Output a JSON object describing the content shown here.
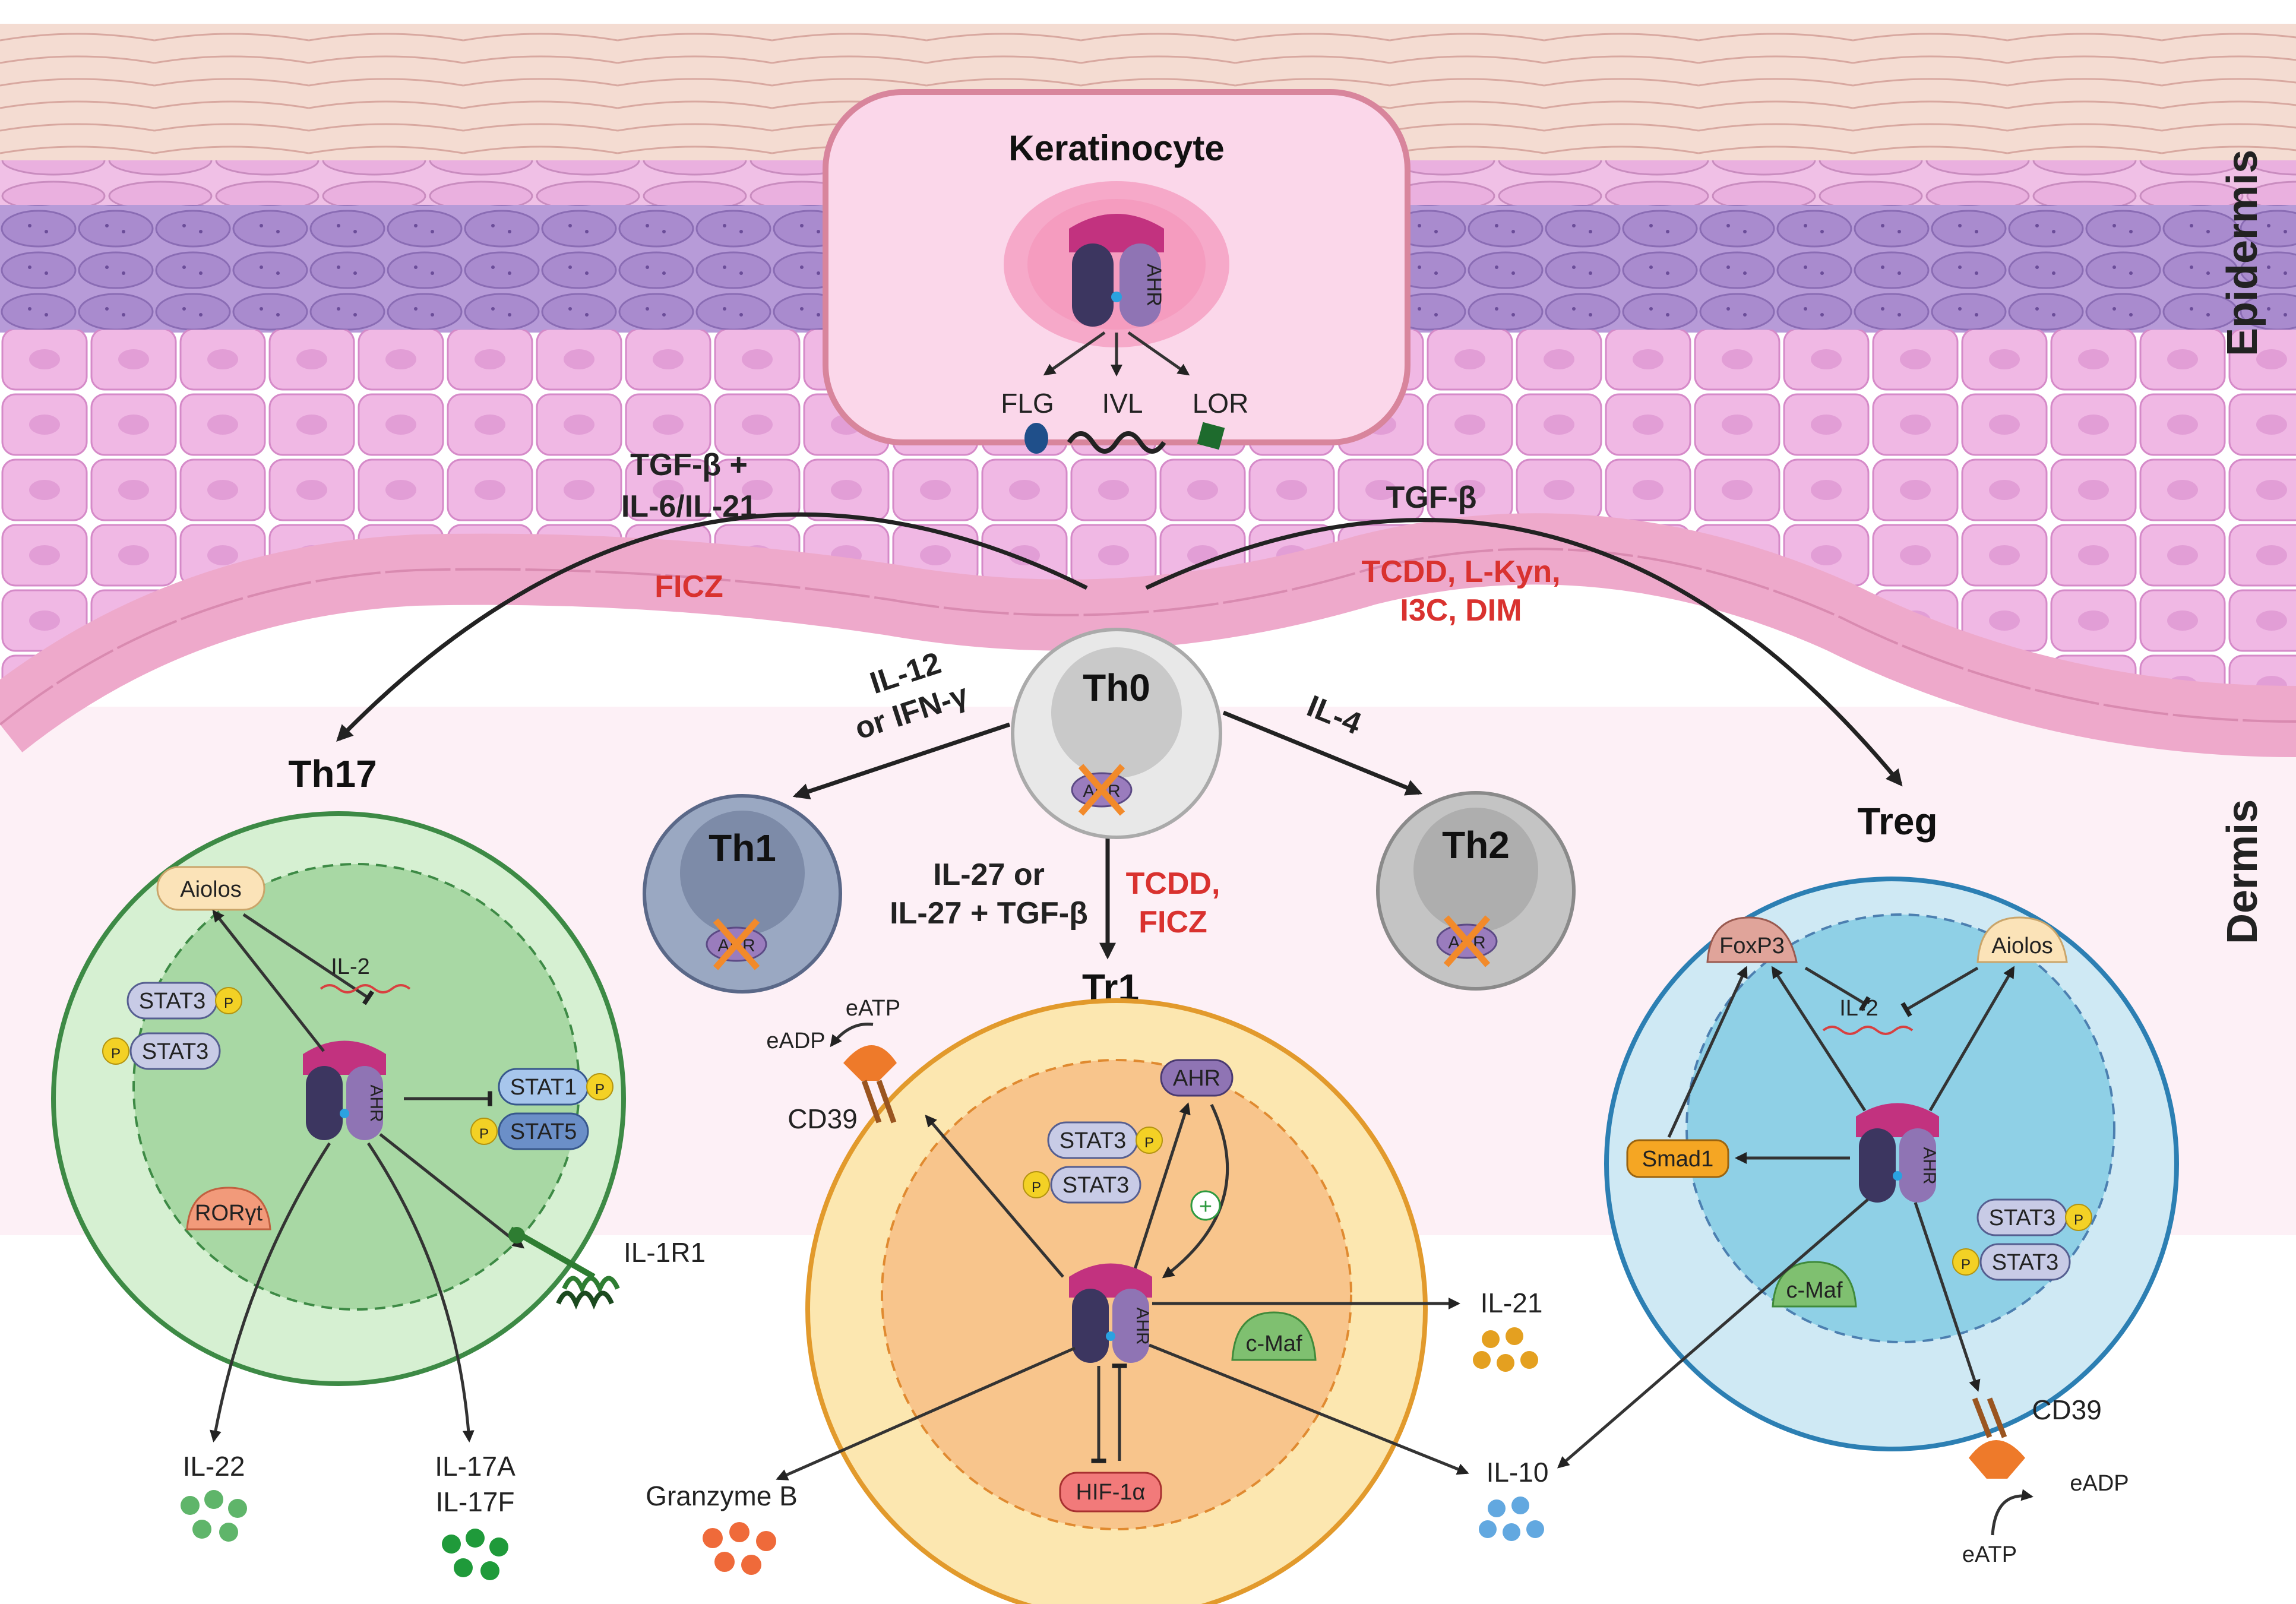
{
  "layers": {
    "epidermis": "Epidermis",
    "dermis": "Dermis"
  },
  "keratinocyte": {
    "title": "Keratinocyte",
    "ahr": "AHR",
    "flg": "FLG",
    "ivl": "IVL",
    "lor": "LOR"
  },
  "signals": {
    "th17_top_line1": "TGF-β +",
    "th17_top_line2": "IL-6/IL-21",
    "th17_ligand": "FICZ",
    "treg_top": "TGF-β",
    "treg_ligand_line1": "TCDD, L-Kyn,",
    "treg_ligand_line2": "I3C, DIM",
    "th1_line1": "IL-12",
    "th1_line2": "or IFN-γ",
    "th2": "IL-4",
    "tr1_line1": "IL-27 or",
    "tr1_line2": "IL-27 + TGF-β",
    "tr1_ligand_line1": "TCDD,",
    "tr1_ligand_line2": "FICZ"
  },
  "cells": {
    "th0": {
      "name": "Th0",
      "ahr": "AHR"
    },
    "th1": {
      "name": "Th1",
      "ahr": "AHR"
    },
    "th2": {
      "name": "Th2",
      "ahr": "AHR"
    },
    "th17": {
      "name": "Th17",
      "aiolos": "Aiolos",
      "il2": "IL-2",
      "stat3a": "STAT3",
      "stat3b": "STAT3",
      "stat1": "STAT1",
      "stat5": "STAT5",
      "rorgt": "RORγt",
      "ahr": "AHR",
      "il1r1": "IL-1R1",
      "il22": "IL-22",
      "il17a": "IL-17A",
      "il17f": "IL-17F"
    },
    "tr1": {
      "name": "Tr1",
      "eatp": "eATP",
      "eadp": "eADP",
      "cd39": "CD39",
      "ahr_top": "AHR",
      "stat3a": "STAT3",
      "stat3b": "STAT3",
      "ahr": "AHR",
      "cmaf": "c-Maf",
      "hif": "HIF-1α",
      "il21": "IL-21",
      "il10": "IL-10",
      "granzyme": "Granzyme B",
      "plus": "+"
    },
    "treg": {
      "name": "Treg",
      "foxp3": "FoxP3",
      "aiolos": "Aiolos",
      "il2": "IL-2",
      "smad1": "Smad1",
      "ahr": "AHR",
      "stat3a": "STAT3",
      "stat3b": "STAT3",
      "cmaf": "c-Maf",
      "cd39": "CD39",
      "eadp": "eADP",
      "eatp": "eATP"
    }
  },
  "phospho": "P"
}
